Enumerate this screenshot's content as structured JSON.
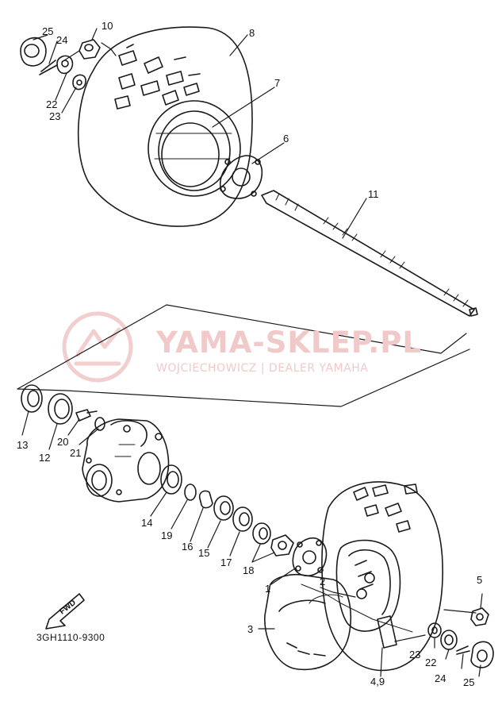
{
  "watermark": {
    "title": "YAMA-SKLEP.PL",
    "subtitle": "WOJCIECHOWICZ | DEALER YAMAHA",
    "color": "#f1c9c9"
  },
  "diagram_code": "3GH1110-9300",
  "fwd_label": "FWD",
  "part_labels": {
    "p25a": "25",
    "p24a": "24",
    "p10": "10",
    "p8": "8",
    "p22a": "22",
    "p23a": "23",
    "p7": "7",
    "p6": "6",
    "p11": "11",
    "p13": "13",
    "p12": "12",
    "p20": "20",
    "p21": "21",
    "p14": "14",
    "p19": "19",
    "p16": "16",
    "p15": "15",
    "p17": "17",
    "p18": "18",
    "p1": "1",
    "p2": "2",
    "p3": "3",
    "p5": "5",
    "p23b": "23",
    "p22b": "22",
    "p24b": "24",
    "p25b": "25",
    "p49": "4,9"
  }
}
